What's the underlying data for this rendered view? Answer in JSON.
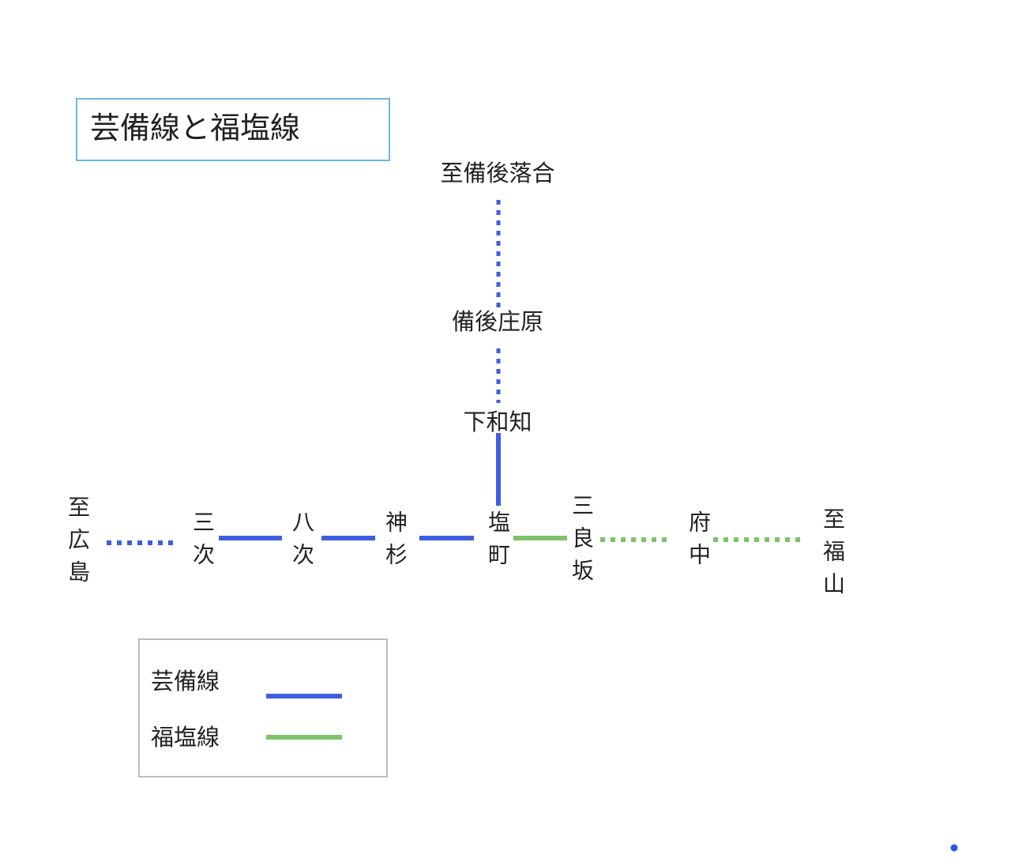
{
  "title": "芸備線と福塩線",
  "colors": {
    "geibi": "#3b5fe0",
    "fukuen": "#7cc36a",
    "title_border": "#6cb6ea"
  },
  "stations": {
    "to_bingo_ochiai": "至備後落合",
    "bingo_shobara": "備後庄原",
    "shimowachi": "下和知",
    "to_hiroshima": "至広島",
    "miyoshi": "三次",
    "yatsugi": "八次",
    "kamisugi": "神杉",
    "shiomachi": "塩町",
    "mirasaka": "三良坂",
    "fuchu": "府中",
    "to_fukuyama": "至福山"
  },
  "legend": {
    "items": [
      {
        "label": "芸備線",
        "color": "#3b5fe0"
      },
      {
        "label": "福塩線",
        "color": "#7cc36a"
      }
    ]
  }
}
